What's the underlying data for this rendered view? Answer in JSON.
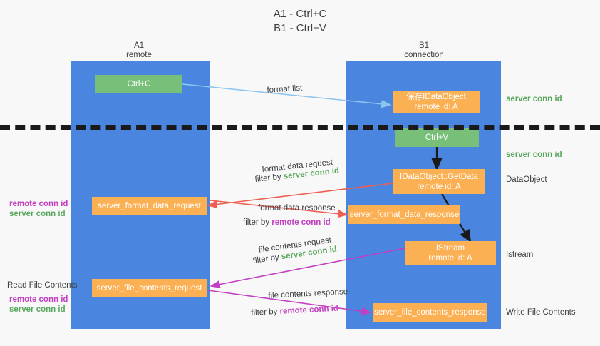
{
  "title": {
    "line1": "A1 - Ctrl+C",
    "line2": "B1 - Ctrl+V"
  },
  "columns": [
    {
      "name": "A1",
      "sub": "remote"
    },
    {
      "name": "B1",
      "sub": "connection"
    }
  ],
  "boxes": {
    "ctrl_c": {
      "label": "Ctrl+C"
    },
    "ctrl_v": {
      "label": "Ctrl+V"
    },
    "save_idataobject": {
      "line1": "保存IDataObject",
      "line2": "remote id: A"
    },
    "getdata": {
      "line1": "IDataObject::GetData",
      "line2": "remote id: A"
    },
    "istream": {
      "line1": "IStream",
      "line2": "remote id: A"
    },
    "server_format_data_request": {
      "label": "server_format_data_request"
    },
    "server_format_data_response": {
      "label": "server_format_data_response"
    },
    "server_file_contents_request": {
      "label": "server_file_contents_request"
    },
    "server_file_contents_response": {
      "label": "server_file_contents_response"
    }
  },
  "edge_labels": {
    "format_list": "format list",
    "format_data_request": "format data request",
    "format_data_request_filter_prefix": "filter by ",
    "format_data_request_filter_value": "server conn id",
    "format_data_response": "format data response",
    "format_data_response_filter_prefix": "filter by ",
    "format_data_response_filter_value": "remote conn id",
    "file_contents_request": "file contents request",
    "file_contents_request_filter_prefix": "filter by ",
    "file_contents_request_filter_value": "server conn id",
    "file_contents_response": "file contents response",
    "file_contents_response_filter_prefix": "filter by ",
    "file_contents_response_filter_value": "remote conn id"
  },
  "right_annotations": {
    "server_conn_id_top": "server conn id",
    "server_conn_id_mid": "server conn id",
    "dataobject": "DataObject",
    "istream": "Istream",
    "write_file_contents": "Write File Contents"
  },
  "left_annotations": {
    "group1_remote": "remote conn id",
    "group1_server": "server conn id",
    "read_file_contents": "Read File Contents",
    "group2_remote": "remote conn id",
    "group2_server": "server conn id"
  },
  "colors": {
    "lane": "#4a86e0",
    "green_box": "#78c07a",
    "orange_box": "#fcb054",
    "server_conn_id": "#5aa85e",
    "remote_conn_id": "#c23ec2",
    "arrow_light_blue": "#8ec6ef",
    "arrow_red": "#ec5f52",
    "arrow_magenta": "#c23ec2",
    "arrow_black": "#1a1a1a",
    "background": "#f8f8f8"
  }
}
